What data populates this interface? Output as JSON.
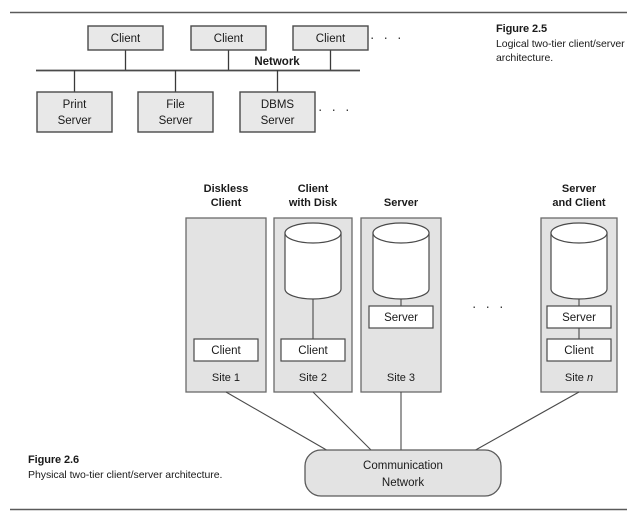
{
  "page": {
    "background_color": "#ffffff",
    "rule_color": "#5a5a5a",
    "box_fill": "#e8e8e8",
    "panel_fill": "#e3e3e3",
    "text_color": "#1a1a1a"
  },
  "figure_25": {
    "caption_title": "Figure 2.5",
    "caption_body": "Logical two-tier client/server architecture.",
    "network_label": "Network",
    "ellipsis": "· · ·",
    "clients": [
      {
        "label": "Client"
      },
      {
        "label": "Client"
      },
      {
        "label": "Client"
      }
    ],
    "servers": [
      {
        "line1": "Print",
        "line2": "Server"
      },
      {
        "line1": "File",
        "line2": "Server"
      },
      {
        "line1": "DBMS",
        "line2": "Server"
      }
    ]
  },
  "figure_26": {
    "caption_title": "Figure 2.6",
    "caption_body": "Physical two-tier client/server architecture.",
    "ellipsis": "· · ·",
    "communication_network": {
      "line1": "Communication",
      "line2": "Network"
    },
    "sites": [
      {
        "header_line1": "Diskless",
        "header_line2": "Client",
        "has_disk": false,
        "boxes": [
          "Client"
        ],
        "site_label": "Site 1",
        "site_label_italic_suffix": ""
      },
      {
        "header_line1": "Client",
        "header_line2": "with Disk",
        "has_disk": true,
        "boxes": [
          "Client"
        ],
        "site_label": "Site 2",
        "site_label_italic_suffix": ""
      },
      {
        "header_line1": "Server",
        "header_line2": "",
        "has_disk": true,
        "boxes": [
          "Server"
        ],
        "site_label": "Site 3",
        "site_label_italic_suffix": ""
      },
      {
        "header_line1": "Server",
        "header_line2": "and Client",
        "has_disk": true,
        "boxes": [
          "Server",
          "Client"
        ],
        "site_label": "Site ",
        "site_label_italic_suffix": "n"
      }
    ]
  }
}
